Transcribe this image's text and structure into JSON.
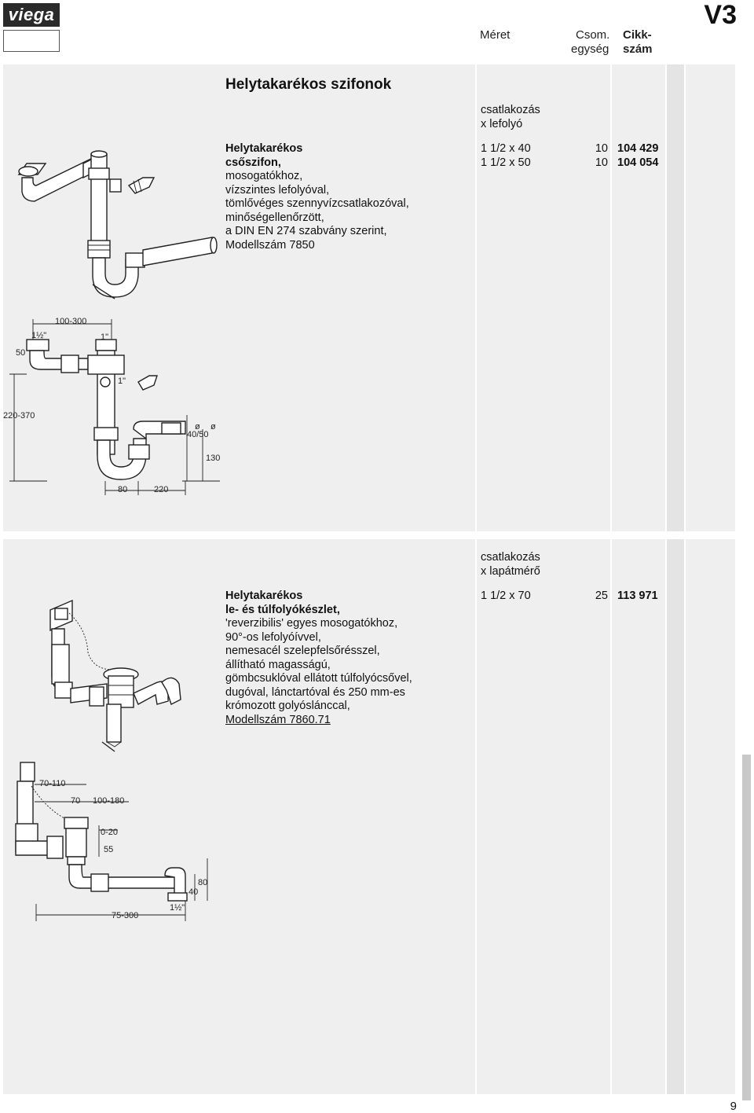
{
  "logo": "viega",
  "page_code": "V3",
  "header": {
    "meret": "Méret",
    "csom_line1": "Csom.",
    "csom_line2": "egység",
    "cikk_line1": "Cikk-",
    "cikk_line2": "szám"
  },
  "section_title": "Helytakarékos szifonok",
  "products": [
    {
      "col_header_line1": "csatlakozás",
      "col_header_line2": "x lefolyó",
      "desc_bold": [
        "Helytakarékos",
        "csőszifon,"
      ],
      "desc": [
        "mosogatókhoz,",
        "vízszintes lefolyóval,",
        "tömlővéges szennyvízcsatlakozóval,",
        "minőségellenőrzött,",
        "a DIN EN 274 szabvány szerint,",
        "Modellszám 7850"
      ],
      "rows": [
        {
          "size": "1 1/2 x 40",
          "unit": "10",
          "article": "104 429"
        },
        {
          "size": "1 1/2 x 50",
          "unit": "10",
          "article": "104 054"
        }
      ],
      "drawing_dims": [
        "100-300",
        "1½\"",
        "1\"",
        "50",
        "1\"",
        "220-370",
        "ø",
        "ø",
        "40/50",
        "130",
        "80",
        "220"
      ]
    },
    {
      "col_header_line1": "csatlakozás",
      "col_header_line2": "x lapátmérő",
      "desc_bold": [
        "Helytakarékos",
        "le- és túlfolyókészlet,"
      ],
      "desc": [
        "'reverzibilis' egyes mosogatókhoz,",
        "90°-os lefolyóívvel,",
        "nemesacél szelepfelsőrésszel,",
        "állítható magasságú,",
        "gömbcsuklóval ellátott túlfolyócsővel,",
        "dugóval, lánctartóval és 250 mm-es",
        "krómozott golyóslánccal,",
        "Modellszám 7860.71"
      ],
      "rows": [
        {
          "size": "1 1/2 x 70",
          "unit": "25",
          "article": "113 971"
        }
      ],
      "drawing_dims": [
        "70-110",
        "70",
        "100-180",
        "0-20",
        "55",
        "80",
        "40",
        "75-300",
        "1½\""
      ]
    }
  ],
  "page_number": "9"
}
